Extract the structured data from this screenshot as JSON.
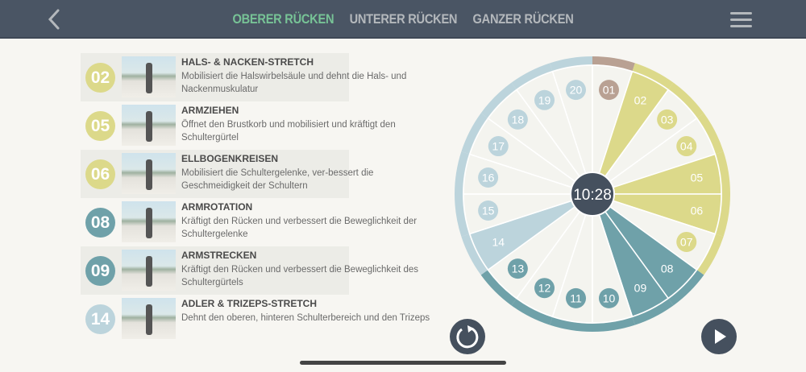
{
  "header": {
    "tabs": [
      {
        "label": "OBERER RÜCKEN",
        "active": true
      },
      {
        "label": "UNTERER RÜCKEN",
        "active": false
      },
      {
        "label": "GANZER RÜCKEN",
        "active": false
      }
    ]
  },
  "colors": {
    "yellow": "#dcd98a",
    "teal": "#6fa1a9",
    "lightblue": "#bcd4dc",
    "brown": "#b9a193",
    "dark": "#45505e",
    "accent": "#77c396"
  },
  "exercises": [
    {
      "num": "02",
      "group": "yellow",
      "title": "HALS- & NACKEN-STRETCH",
      "desc": "Mobilisiert die Halswirbelsäule und dehnt die Hals- und Nackenmuskulatur"
    },
    {
      "num": "05",
      "group": "yellow",
      "title": "ARMZIEHEN",
      "desc": "Öffnet den Brustkorb und mobilisiert und kräftigt den Schultergürtel"
    },
    {
      "num": "06",
      "group": "yellow",
      "title": "ELLBOGENKREISEN",
      "desc": "Mobilisiert die Schultergelenke, ver-bessert die Geschmeidigkeit der Schultern"
    },
    {
      "num": "08",
      "group": "teal",
      "title": "ARMROTATION",
      "desc": "Kräftigt den Rücken und verbessert die Beweglichkeit der Schultergelenke"
    },
    {
      "num": "09",
      "group": "teal",
      "title": "ARMSTRECKEN",
      "desc": "Kräftigt den Rücken und verbessert die Beweglichkeit des Schultergürtels"
    },
    {
      "num": "14",
      "group": "lightblue",
      "title": "ADLER & TRIZEPS-STRETCH",
      "desc": "Dehnt den oberen, hinteren Schulterbereich und den Trizeps"
    }
  ],
  "wheel": {
    "timer": "10:28",
    "segments": [
      {
        "num": "01",
        "group": "brown",
        "selected": false
      },
      {
        "num": "02",
        "group": "yellow",
        "selected": true
      },
      {
        "num": "03",
        "group": "yellow",
        "selected": false
      },
      {
        "num": "04",
        "group": "yellow",
        "selected": false
      },
      {
        "num": "05",
        "group": "yellow",
        "selected": true
      },
      {
        "num": "06",
        "group": "yellow",
        "selected": true
      },
      {
        "num": "07",
        "group": "yellow",
        "selected": false
      },
      {
        "num": "08",
        "group": "teal",
        "selected": true
      },
      {
        "num": "09",
        "group": "teal",
        "selected": true
      },
      {
        "num": "10",
        "group": "teal",
        "selected": false
      },
      {
        "num": "11",
        "group": "teal",
        "selected": false
      },
      {
        "num": "12",
        "group": "teal",
        "selected": false
      },
      {
        "num": "13",
        "group": "teal",
        "selected": false
      },
      {
        "num": "14",
        "group": "lightblue",
        "selected": true
      },
      {
        "num": "15",
        "group": "lightblue",
        "selected": false
      },
      {
        "num": "16",
        "group": "lightblue",
        "selected": false
      },
      {
        "num": "17",
        "group": "lightblue",
        "selected": false
      },
      {
        "num": "18",
        "group": "lightblue",
        "selected": false
      },
      {
        "num": "19",
        "group": "lightblue",
        "selected": false
      },
      {
        "num": "20",
        "group": "lightblue",
        "selected": false
      }
    ]
  }
}
